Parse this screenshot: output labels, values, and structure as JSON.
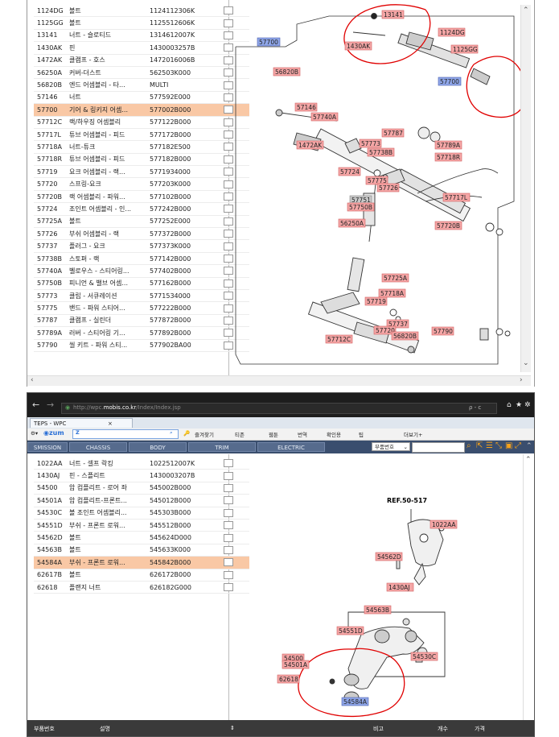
{
  "top": {
    "rows": [
      {
        "code": "1124DG",
        "name": "볼트",
        "part": "1124112306K",
        "selected": false
      },
      {
        "code": "1125GG",
        "name": "볼트",
        "part": "1125512606K",
        "selected": false
      },
      {
        "code": "13141",
        "name": "너트 - 슬로티드",
        "part": "1314612007K",
        "selected": false
      },
      {
        "code": "1430AK",
        "name": "핀",
        "part": "1430003257B",
        "selected": false
      },
      {
        "code": "1472AK",
        "name": "클램프 - 호스",
        "part": "1472016006B",
        "selected": false
      },
      {
        "code": "56250A",
        "name": "커버-더스트",
        "part": "562503K000",
        "selected": false
      },
      {
        "code": "56820B",
        "name": "엔드 어셈블리 - 타...",
        "part": "MULTI",
        "selected": false
      },
      {
        "code": "57146",
        "name": "너트",
        "part": "577592E000",
        "selected": false
      },
      {
        "code": "57700",
        "name": "기어 & 링키지 어셈...",
        "part": "577002B000",
        "selected": true
      },
      {
        "code": "57712C",
        "name": "랙/하우징 어셈블리",
        "part": "577122B000",
        "selected": false
      },
      {
        "code": "57717L",
        "name": "튜브 어셈블리 - 피드",
        "part": "577172B000",
        "selected": false
      },
      {
        "code": "57718A",
        "name": "너트-튜크",
        "part": "577182E500",
        "selected": false
      },
      {
        "code": "57718R",
        "name": "튜브 어셈블리 - 피드",
        "part": "577182B000",
        "selected": false
      },
      {
        "code": "57719",
        "name": "요크 어셈블리 - 랙...",
        "part": "5771934000",
        "selected": false
      },
      {
        "code": "57720",
        "name": "스프링-요크",
        "part": "577203K000",
        "selected": false
      },
      {
        "code": "57720B",
        "name": "랙 어셈블리 - 파워...",
        "part": "577102B000",
        "selected": false
      },
      {
        "code": "57724",
        "name": "조인트 어셈블리 - 인...",
        "part": "577242B000",
        "selected": false
      },
      {
        "code": "57725A",
        "name": "볼트",
        "part": "577252E000",
        "selected": false
      },
      {
        "code": "57726",
        "name": "부쉬 어셈블리 - 랙",
        "part": "577372B000",
        "selected": false
      },
      {
        "code": "57737",
        "name": "플러그 - 요크",
        "part": "577373K000",
        "selected": false
      },
      {
        "code": "57738B",
        "name": "스토퍼 - 랙",
        "part": "577142B000",
        "selected": false
      },
      {
        "code": "57740A",
        "name": "벨로우스 - 스티어링...",
        "part": "577402B000",
        "selected": false
      },
      {
        "code": "57750B",
        "name": "피니언 & 밸브 어셈...",
        "part": "577162B000",
        "selected": false
      },
      {
        "code": "57773",
        "name": "클립 - 서큐레이션",
        "part": "5771534000",
        "selected": false
      },
      {
        "code": "57775",
        "name": "밴드 - 파워 스티어...",
        "part": "577222B000",
        "selected": false
      },
      {
        "code": "57787",
        "name": "클램프 - 실린더",
        "part": "577872B000",
        "selected": false
      },
      {
        "code": "57789A",
        "name": "러버 - 스티어링 기...",
        "part": "577892B000",
        "selected": false
      },
      {
        "code": "57790",
        "name": "씰 키트 - 파워 스티...",
        "part": "577902BA00",
        "selected": false
      }
    ],
    "diagram_labels": {
      "l13141": "13141",
      "l1124DG": "1124DG",
      "l1430AK": "1430AK",
      "l1125GG": "1125GG",
      "l57700a": "57700",
      "l57700b": "57700",
      "l56820B": "56820B",
      "l57146": "57146",
      "l57740A": "57740A",
      "l57787": "57787",
      "l57773": "57773",
      "l57789A": "57789A",
      "l1472AK": "1472AK",
      "l57738B": "57738B",
      "l57718R": "57718R",
      "l57724": "57724",
      "l57775": "57775",
      "l57726": "57726",
      "l57751": "57751",
      "l57750B": "57750B",
      "l57717L": "57717L",
      "l56250A": "56250A",
      "l57720B": "57720B",
      "l57725A": "57725A",
      "l57718A": "57718A",
      "l57719": "57719",
      "l57737": "57737",
      "l57720": "57720",
      "l56820Bb": "56820B",
      "l57712C": "57712C",
      "l57790": "57790"
    }
  },
  "browser": {
    "url_prefix": "http://wpc.",
    "url_host": "mobis.co.kr",
    "url_path": "/Index/Index.jsp",
    "search_glyph": "ρ - c",
    "tab_title": "TEPS - WPC",
    "tab_close": "×",
    "brand": "zum",
    "brand_letter": "Z",
    "toolbar_items": [
      "즐겨찾기",
      "티존",
      "웹툰",
      "번역",
      "확인용",
      "팁",
      "더보기+"
    ],
    "nav_tabs": [
      "SMISSION",
      "CHASSIS",
      "BODY",
      "TRIM",
      "ELECTRIC"
    ],
    "part_search_select": "부품번호",
    "rows": [
      {
        "code": "1022AA",
        "name": "너트 - 셀프 락킹",
        "part": "1022512007K",
        "selected": false
      },
      {
        "code": "1430AJ",
        "name": "핀 - 스플리트",
        "part": "1430003207B",
        "selected": false
      },
      {
        "code": "54500",
        "name": "암 컴플리트 - 로어 좌",
        "part": "545002B000",
        "selected": false
      },
      {
        "code": "54501A",
        "name": "암 컴플리트-프론트...",
        "part": "545012B000",
        "selected": false
      },
      {
        "code": "54530C",
        "name": "볼 조인트 어셈블리...",
        "part": "545303B000",
        "selected": false
      },
      {
        "code": "54551D",
        "name": "부쉬 - 프론트 로워...",
        "part": "545512B000",
        "selected": false
      },
      {
        "code": "54562D",
        "name": "볼트",
        "part": "545624D000",
        "selected": false
      },
      {
        "code": "54563B",
        "name": "볼트",
        "part": "545633K000",
        "selected": false
      },
      {
        "code": "54584A",
        "name": "부쉬 - 프론트 로워...",
        "part": "545842B000",
        "selected": true
      },
      {
        "code": "62617B",
        "name": "볼트",
        "part": "626172B000",
        "selected": false
      },
      {
        "code": "62618",
        "name": "플랜지 너트",
        "part": "626182G000",
        "selected": false
      }
    ],
    "diagram_labels": {
      "ref": "REF.50-517",
      "l1022AA": "1022AA",
      "l54562D": "54562D",
      "l1430AJ": "1430AJ",
      "l54563B": "54563B",
      "l54551D": "54551D",
      "l54530C": "54530C",
      "l54500": "54500",
      "l54501A": "54501A",
      "l62618": "62618",
      "l54584A": "54584A"
    },
    "footer": {
      "col1": "부품번호",
      "col2": "설명",
      "col3": "비고",
      "col4": "개수",
      "col5": "가격"
    }
  },
  "colors": {
    "selected_row": "#f9c8a5",
    "label_red": "#f4a6a6",
    "label_blue": "#8fa6e8",
    "annotation": "#e00000",
    "nav_bg": "#3a4e6e"
  }
}
